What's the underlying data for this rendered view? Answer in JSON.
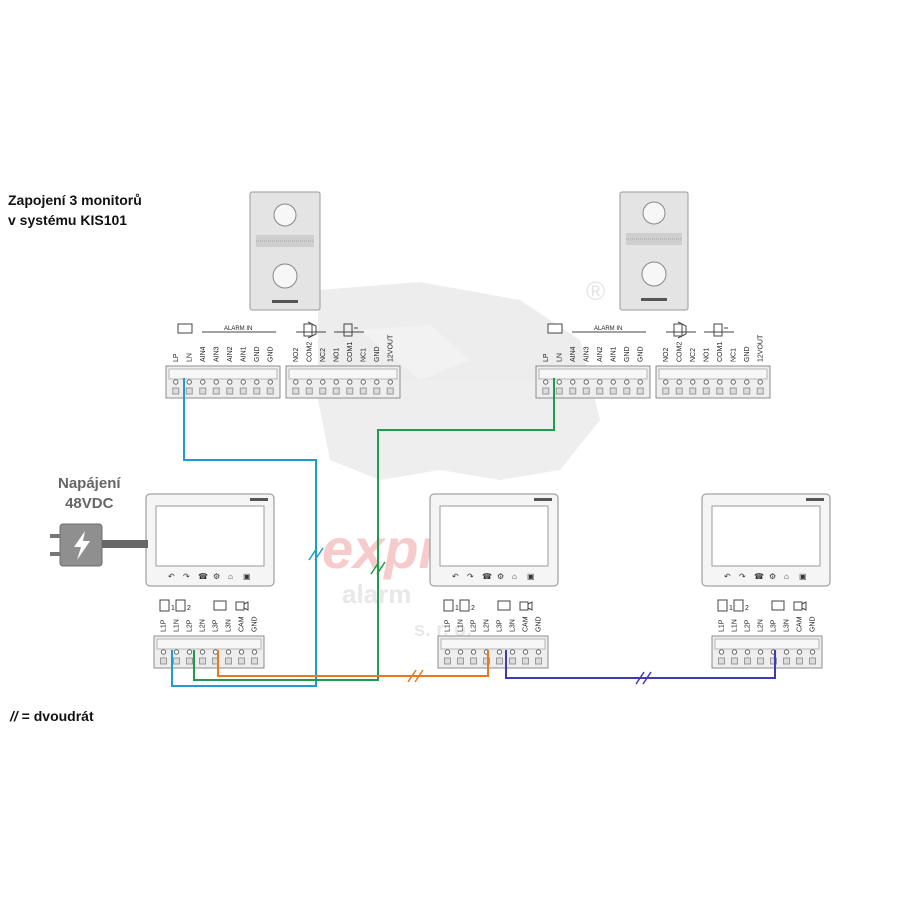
{
  "title_line1": "Zapojení 3 monitorů",
  "title_line2": "v systému KIS101",
  "legend_symbol": "//",
  "legend_text": "= dvoudrát",
  "power_label_line1": "Napájení",
  "power_label_line2": "48VDC",
  "watermark": {
    "word1": "express",
    "word2": "alarm",
    "word3": "s. r. o.",
    "reg_mark": "®"
  },
  "door_station_terminals": {
    "alarm_group": "ALARM IN",
    "left_block": [
      "LP",
      "LN",
      "AIN4",
      "AIN3",
      "AIN2",
      "AIN1",
      "GND",
      "GND"
    ],
    "right_block": [
      "NO2",
      "COM2",
      "NC2",
      "NO1",
      "COM1",
      "NC1",
      "GND",
      "12VOUT"
    ]
  },
  "monitor_terminals": [
    "L1P",
    "L1N",
    "L2P",
    "L2N",
    "L3P",
    "L3N",
    "CAM",
    "GND"
  ],
  "monitor_port_numbers": [
    "1",
    "2"
  ],
  "monitor_buttons": [
    "↶",
    "↷",
    "☎",
    "⚙",
    "⌂",
    "▣"
  ],
  "colors": {
    "blue": "#1e9bd0",
    "green": "#1f9c4b",
    "orange": "#e8791f",
    "purple": "#3d3ab3",
    "panel": "#e9e9e9",
    "panel_border": "#8c8c8c",
    "watermark": "#e4e4e4",
    "watermark_red": "#f3c0c0"
  }
}
